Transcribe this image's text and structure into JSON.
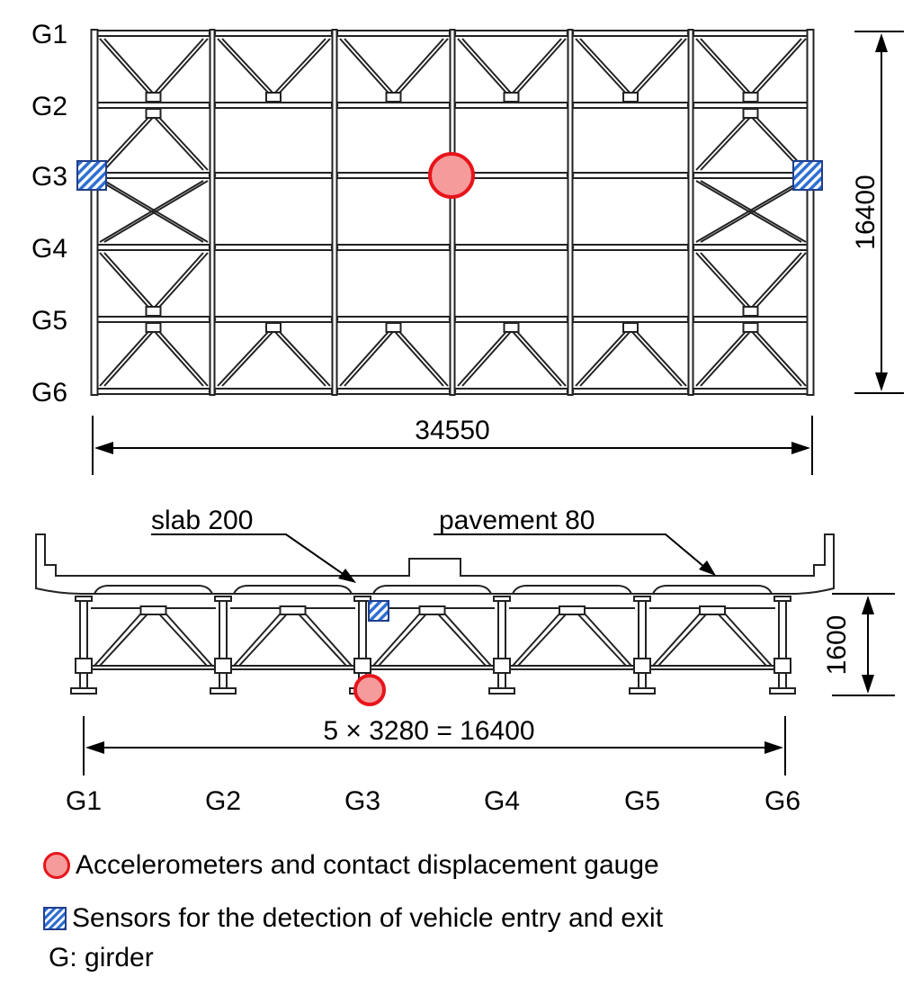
{
  "plan": {
    "girders": [
      "G1",
      "G2",
      "G3",
      "G4",
      "G5",
      "G6"
    ],
    "width_dimension": "16400",
    "length_dimension": "34550"
  },
  "section": {
    "slab_label": "slab 200",
    "pavement_label": "pavement 80",
    "depth_dimension": "1600",
    "spacing_dimension": "5 × 3280 = 16400",
    "girders": [
      "G1",
      "G2",
      "G3",
      "G4",
      "G5",
      "G6"
    ]
  },
  "legend": {
    "accelerometer": "Accelerometers and contact displacement gauge",
    "entry_exit_sensor": "Sensors for the detection of vehicle entry and exit",
    "girder_note": "G: girder"
  },
  "colors": {
    "accelerometer_fill": "#f59b9b",
    "accelerometer_stroke": "#e8141b",
    "sensor_blue": "#2f6fd0"
  }
}
